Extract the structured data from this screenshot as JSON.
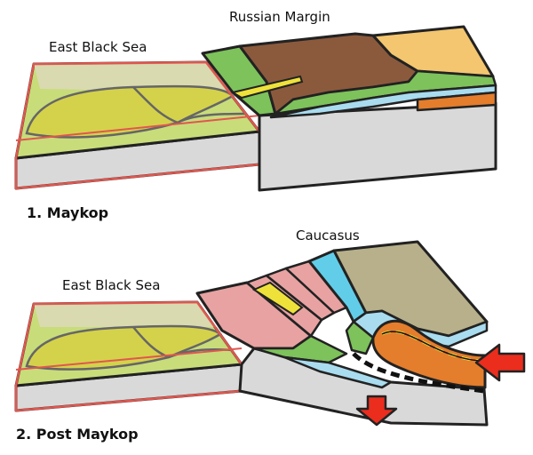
{
  "panels": [
    {
      "title": "1. Maykop",
      "labels": {
        "basin": "East Black Sea",
        "highland": "Russian Margin"
      }
    },
    {
      "title": "2. Post Maykop",
      "labels": {
        "basin": "East Black Sea",
        "highland": "Caucasus"
      }
    }
  ],
  "colors": {
    "outline": "#222222",
    "box_edge": "#e0574f",
    "block_face": "#d9d9d9",
    "basin_fill": "#c8dc7a",
    "basin_fan": "#d4d24a",
    "basin_back": "#dcd9b8",
    "green_layer": "#7dc25b",
    "brown_slope": "#8b5a3c",
    "tan_top": "#f3c66f",
    "sky_layer": "#a9dcef",
    "orange_layer": "#e47d2c",
    "pink_block": "#e8a2a2",
    "cyan_block": "#62cde8",
    "olive_block": "#b7b08a",
    "yellow_wedge": "#eee23a",
    "arrow_red": "#ea2d1d"
  }
}
